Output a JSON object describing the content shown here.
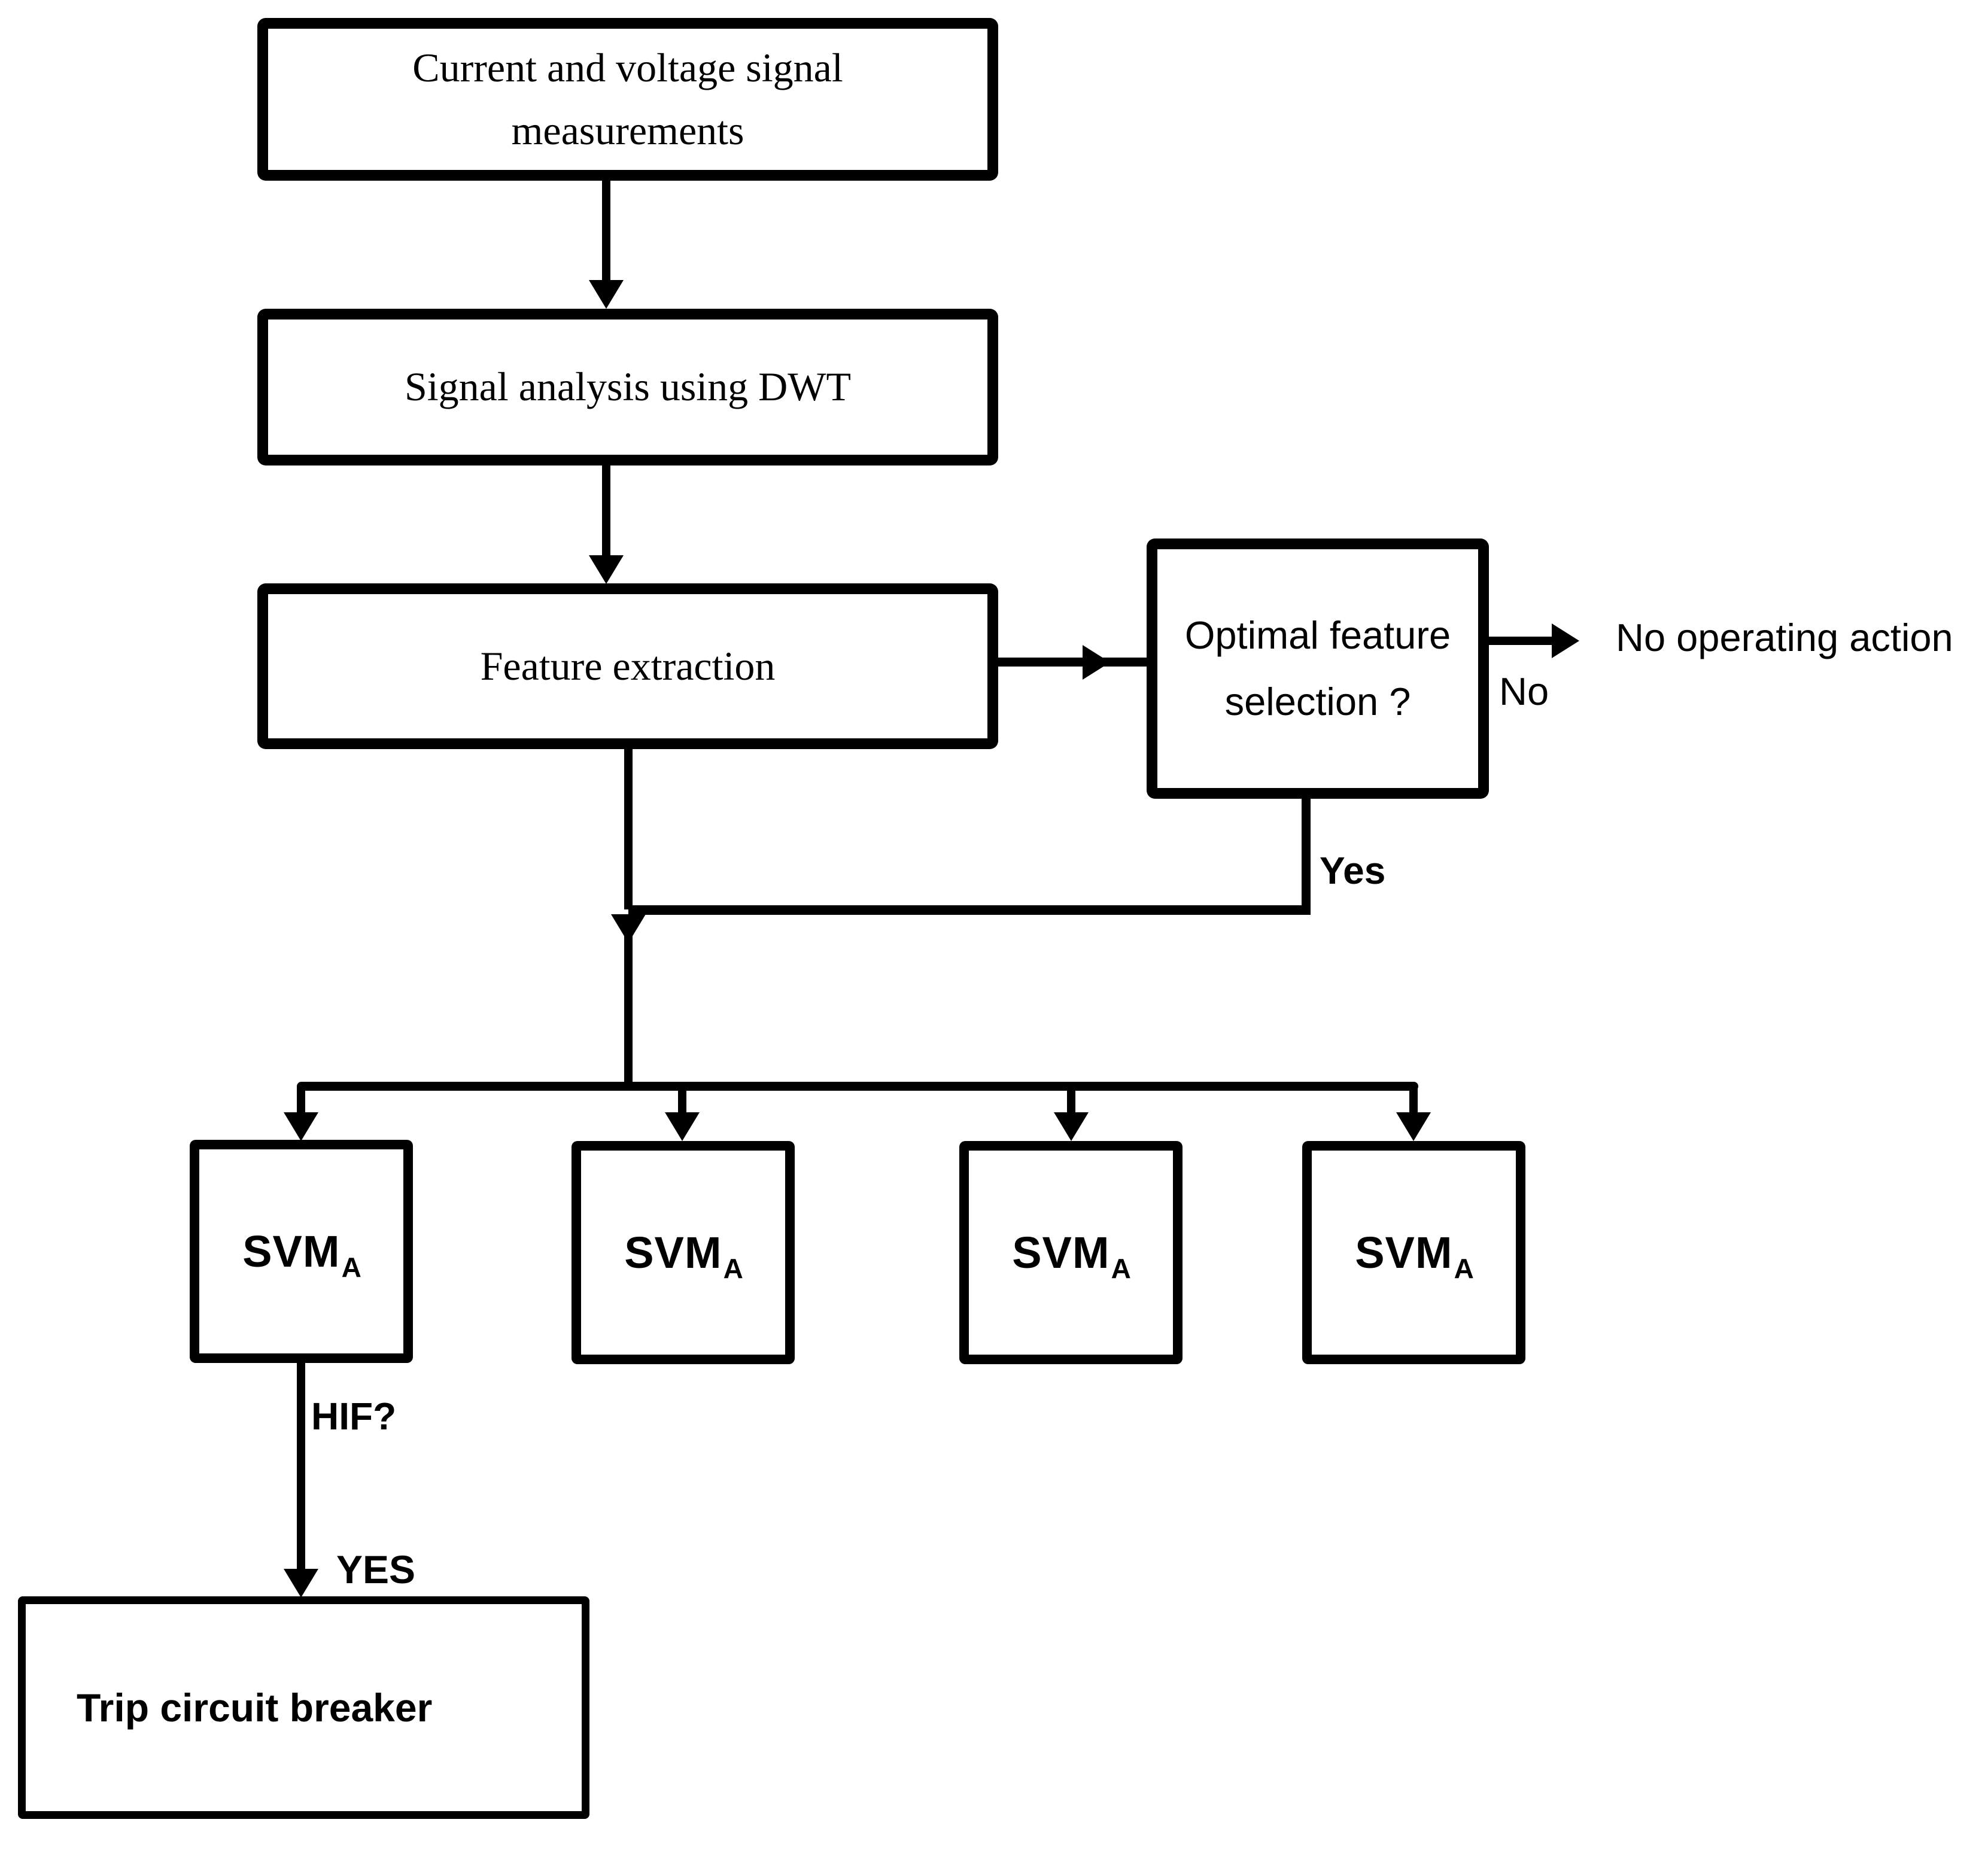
{
  "diagram": {
    "background": "#ffffff",
    "line_color": "#000000",
    "nodes": {
      "measurements": {
        "line1": "Current and voltage signal",
        "line2": "measurements"
      },
      "dwt": {
        "label": "Signal analysis using DWT"
      },
      "feature_extraction": {
        "label": "Feature extraction"
      },
      "optimal_selection": {
        "line1": "Optimal feature",
        "line2": "selection ?"
      },
      "svm_classifiers": [
        {
          "base": "SVM",
          "sub": "A"
        },
        {
          "base": "SVM",
          "sub": "A"
        },
        {
          "base": "SVM",
          "sub": "A"
        },
        {
          "base": "SVM",
          "sub": "A"
        }
      ],
      "trip_breaker": {
        "label": "Trip circuit breaker"
      }
    },
    "edge_labels": {
      "no": "No",
      "yes": "Yes",
      "no_operating_action": "No operating action",
      "hif": "HIF?",
      "yes_caps": "YES"
    }
  }
}
